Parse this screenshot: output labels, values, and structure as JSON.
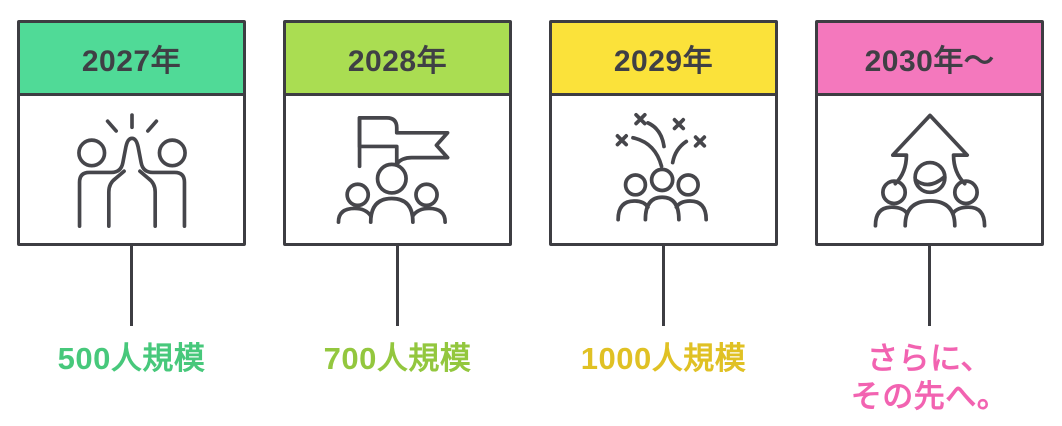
{
  "colors": {
    "background": "#ffffff",
    "outline": "#3d3d42",
    "header_text": "#3f3f45",
    "icon_stroke": "#46464b"
  },
  "columns": [
    {
      "year": "2027年",
      "header_color": "#50da97",
      "icon": "high-five-icon",
      "label_lines": [
        "500人規模",
        ""
      ],
      "label_color": "#47c87b"
    },
    {
      "year": "2028年",
      "header_color": "#aadd52",
      "icon": "team-flag-icon",
      "label_lines": [
        "700人規模",
        ""
      ],
      "label_color": "#93c73e"
    },
    {
      "year": "2029年",
      "header_color": "#fbe23a",
      "icon": "celebration-icon",
      "label_lines": [
        "1000人規模",
        ""
      ],
      "label_color": "#e0c124"
    },
    {
      "year": "2030年〜",
      "header_color": "#f478bd",
      "icon": "growth-arrow-icon",
      "label_lines": [
        "さらに、",
        "その先へ。"
      ],
      "label_color": "#f263b1"
    }
  ]
}
